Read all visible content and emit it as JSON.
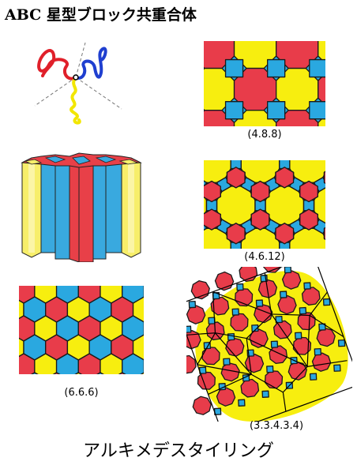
{
  "title": "ABC 星型ブロック共重合体",
  "captions": {
    "t488": "(4.8.8)",
    "t4612": "(4.6.12)",
    "t666": "(6.6.6)",
    "t33434": "(3.3.4.3.4)"
  },
  "footer": "アルキメデスタイリング",
  "colors": {
    "red": "#e83c4a",
    "yellow": "#f7ee0f",
    "blue": "#2aa8e0",
    "edge": "#1a1a1a"
  }
}
